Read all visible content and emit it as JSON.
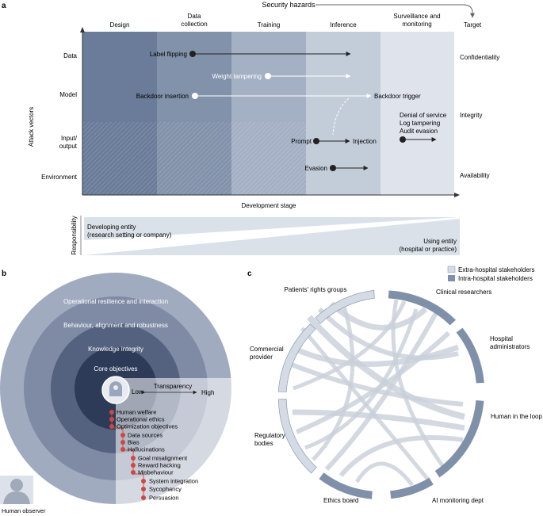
{
  "panel_a": {
    "letter": "a",
    "security_hazards": "Security hazards",
    "target_header": "Target",
    "stages": [
      "Design",
      "Data\ncollection",
      "Training",
      "Inference",
      "Surveillance and\nmonitoring"
    ],
    "vectors": [
      "Data",
      "Model",
      "Input/\noutput",
      "Environment"
    ],
    "targets": [
      "Confidentiality",
      "Integrity",
      "Availability"
    ],
    "y_axis_label": "Attack vectors",
    "x_axis_label": "Development stage",
    "attacks": {
      "label_flipping": "Label flipping",
      "weight_tampering": "Weight tampering",
      "backdoor_insertion": "Backdoor insertion",
      "backdoor_trigger": "Backdoor trigger",
      "prompt": "Prompt",
      "injection": "Injection",
      "evasion": "Evasion",
      "dos": "Denial of service",
      "log_tampering": "Log tampering",
      "audit_evasion": "Audit evasion"
    },
    "responsibility_label": "Responsibility",
    "developing_entity": "Developing entity\n(research setting or company)",
    "using_entity": "Using entity\n(hospital or practice)"
  },
  "panel_b": {
    "letter": "b",
    "rings": [
      "Operational resilience and interaction",
      "Behaviour, alignment and robustness",
      "Knowledge integrity",
      "Core objectives"
    ],
    "transparency": "Transparency",
    "low": "Low",
    "high": "High",
    "items": [
      "Human welfare",
      "Operational ethics",
      "Optimization objectives",
      "Data sources",
      "Bias",
      "Hallucinations",
      "Goal misalignment",
      "Reward hacking",
      "Misbehaviour",
      "System integration",
      "Sycophancy",
      "Persuasion"
    ],
    "observer": "Human observer"
  },
  "panel_c": {
    "letter": "c",
    "legend": [
      "Extra-hospital stakeholders",
      "Intra-hospital stakeholders"
    ],
    "stakeholders": [
      "Patients' rights groups",
      "Clinical researchers",
      "Hospital\nadministrators",
      "Commercial\nprovider",
      "Human in the loop",
      "Regulatory\nbodies",
      "Ethics board",
      "AI monitoring dept"
    ],
    "colors": {
      "extra": "#d5dbe4",
      "intra": "#8090a8"
    }
  }
}
